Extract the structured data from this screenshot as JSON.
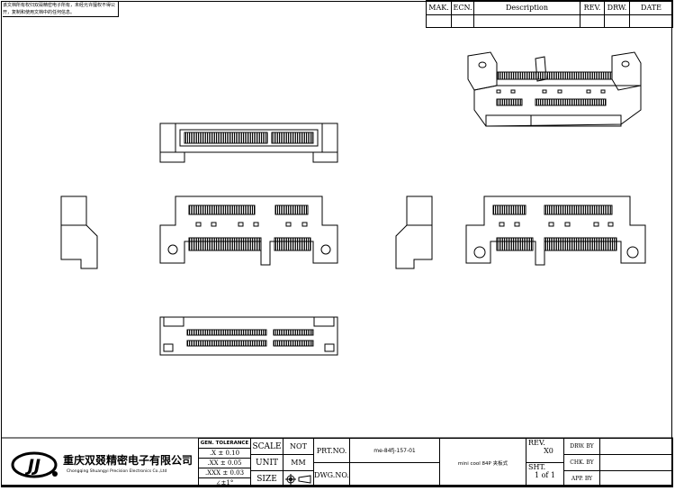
{
  "notice": "该文档所有权归双叕精密电子所有，未经允许擅权不得公开，复制和使用文档中的任何信息。",
  "revision_table": {
    "headers": [
      "MAK.",
      "ECN.",
      "Description",
      "REV.",
      "DRW.",
      "DATE"
    ]
  },
  "company": {
    "logo_text": "JJ",
    "name_cn": "重庆双叕精密电子有限公司",
    "name_en": "Chongqing Shuangyi Precision Electronics Co.,Ltd"
  },
  "tolerance": {
    "title": "GEN. TOLERANCE",
    "rows": [
      ".X  ±  0.10",
      ".XX  ±  0.05",
      ".XXX  ±  0.03",
      "∠±1°"
    ]
  },
  "scale": {
    "label": "SCALE",
    "value": "NOT"
  },
  "unit": {
    "label": "UNIT",
    "value": "MM"
  },
  "size": {
    "label": "SIZE"
  },
  "part_no": {
    "label": "PRT.NO.",
    "value": "me-84fj-157-01"
  },
  "dwg_no": {
    "label": "DWG.NO.",
    "value": ""
  },
  "description": "mini cool 84P 夹板式",
  "rev": {
    "label": "REV.",
    "value": "X0"
  },
  "sheet": {
    "label": "SHT.",
    "value": "1 of 1"
  },
  "signoff": {
    "drw": "DRW. BY",
    "chk": "CHK. BY",
    "app": "APP. BY"
  }
}
